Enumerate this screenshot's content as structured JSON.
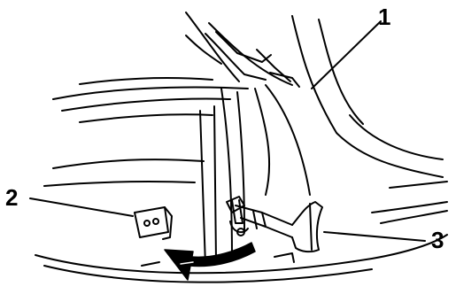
{
  "diagram": {
    "callouts": [
      {
        "label": "1"
      },
      {
        "label": "2"
      },
      {
        "label": "3"
      }
    ],
    "colors": {
      "ink": "#000000",
      "paper": "#ffffff"
    },
    "icons": [
      "bracket-icon",
      "hood-release-lever-icon",
      "curved-arrow-icon"
    ]
  }
}
